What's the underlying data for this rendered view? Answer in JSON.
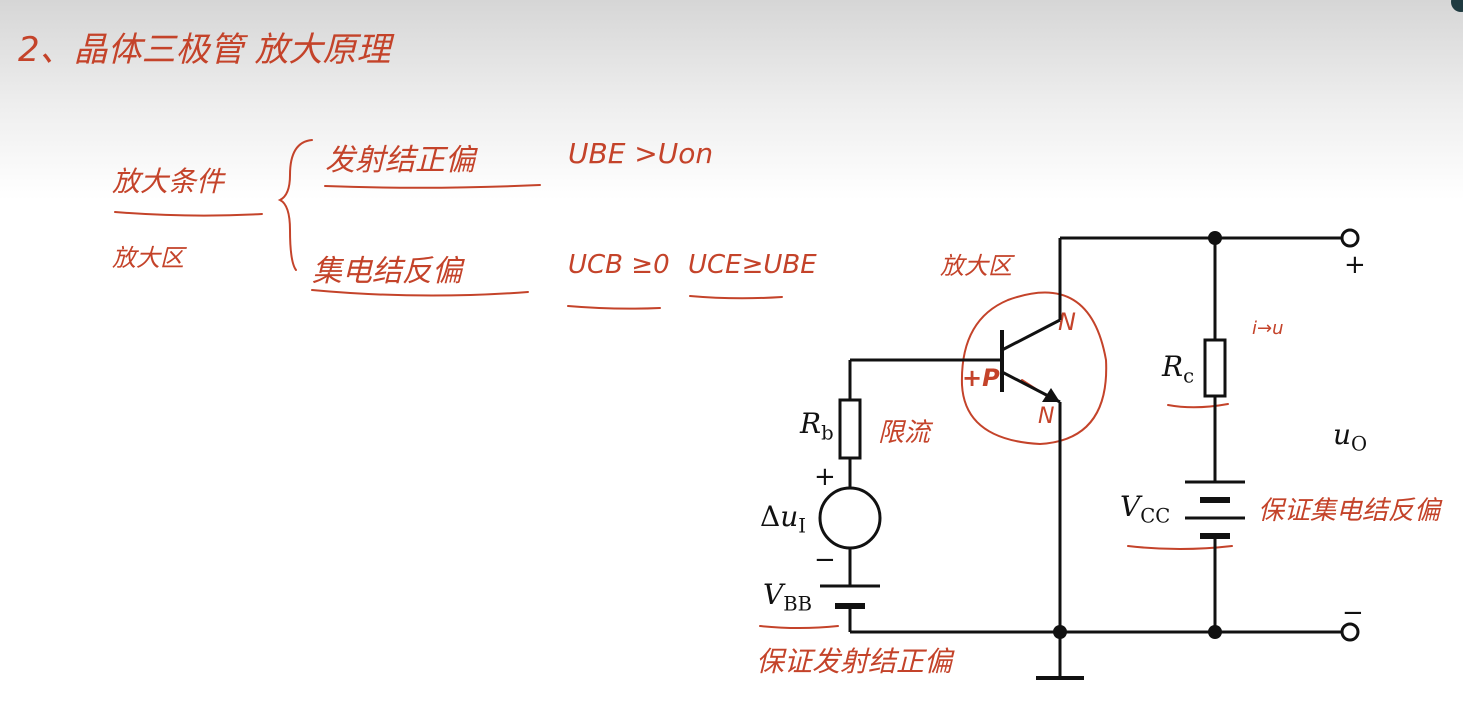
{
  "notes": {
    "title": "2、晶体三极管 放大原理",
    "amp_condition": "放大条件",
    "amp_region": "放大区",
    "emitter_forward": "发射结正偏",
    "ube_condition": "UBE >Uon",
    "collector_reverse": "集电结反偏",
    "ucb_condition": "UCB ≥0",
    "uce_condition": "UCE≥UBE",
    "transistor_region": "放大区",
    "current_limit": "限流",
    "i_to_u": "i→u",
    "guarantee_collector": "保证集电结反偏",
    "guarantee_emitter": "保证发射结正偏",
    "n_top": "N",
    "n_bottom": "N",
    "p_base": "+P"
  },
  "circuit": {
    "rb": {
      "symbol": "R",
      "sub": "b"
    },
    "rc": {
      "symbol": "R",
      "sub": "c"
    },
    "uo": {
      "symbol": "u",
      "sub": "O"
    },
    "du": {
      "prefix": "Δ",
      "symbol": "u",
      "sub": "I"
    },
    "vcc": {
      "symbol": "V",
      "sub": "CC"
    },
    "vbb": {
      "symbol": "V",
      "sub": "BB"
    },
    "plus": "+",
    "minus": "−"
  },
  "colors": {
    "ink": "#111111",
    "annotation": "#c4432a",
    "background": "#ffffff"
  }
}
